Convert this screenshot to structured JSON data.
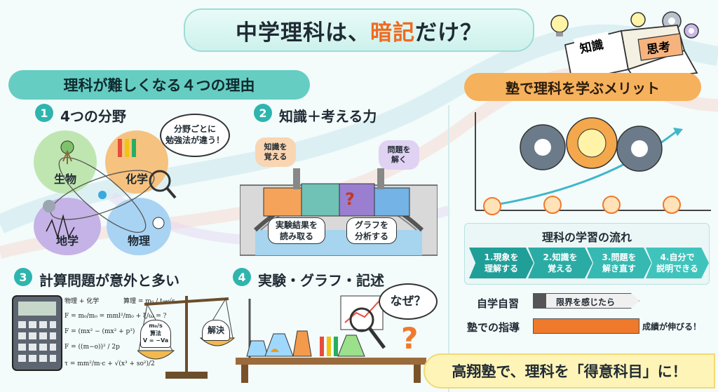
{
  "title": {
    "prefix": "中学理科は、",
    "accent": "暗記",
    "suffix": "だけ？"
  },
  "book": {
    "left": "知識",
    "right": "思考"
  },
  "reasons_banner": "理科が難しくなる４つの理由",
  "merit_banner": "塾で理科を学ぶメリット",
  "sections": [
    {
      "num": "1",
      "title": "4つの分野"
    },
    {
      "num": "2",
      "title": "知識＋考える力"
    },
    {
      "num": "3",
      "title": "計算問題が意外と多い"
    },
    {
      "num": "4",
      "title": "実験・グラフ・記述"
    }
  ],
  "fields": {
    "biology": "生物",
    "chemistry": "化学",
    "earth": "地学",
    "physics": "物理"
  },
  "study_bubble": "分野ごとに\n勉強法が違う！",
  "bridge": {
    "knowledge": "知識を\n覚える",
    "solve": "問題を\n解く",
    "read_results": "実験結果を\n読み取る",
    "analyze_graph": "グラフを\n分析する"
  },
  "calc": {
    "f1": "物理 + 化学",
    "f2": "算理 = m₀ / t→√s",
    "f3": "F = m₀/m₀ = mml²/m₀ + ξ/ω = ?",
    "f4": "F = (mx² − (mx² + p³)",
    "f5": "F = ((m−o))² / 2p",
    "f6": "τ = mm²/m·c + √(x³ + so²)/2",
    "scale_left": "m₀/s\n算法\nV = −Va",
    "scale_right": "解決"
  },
  "why": "なぜ？",
  "flow": {
    "title": "理科の学習の流れ",
    "steps": [
      {
        "label": "1.現象を\n理解する",
        "color": "#1f9f98"
      },
      {
        "label": "2.知識を\n覚える",
        "color": "#2aaca5"
      },
      {
        "label": "3.問題を\n解き直す",
        "color": "#35b9b2"
      },
      {
        "label": "4.自分で\n説明できる",
        "color": "#3fc4bd"
      }
    ]
  },
  "bars": [
    {
      "label": "自学自習",
      "text": "限界を感じたら",
      "fill": 0.12,
      "color": "#555555"
    },
    {
      "label": "塾での指導",
      "text": "成績が伸びる！",
      "fill": 1.0,
      "color": "#ef7a2c"
    }
  ],
  "footer": "高翔塾で、理科を「得意科目」に！"
}
